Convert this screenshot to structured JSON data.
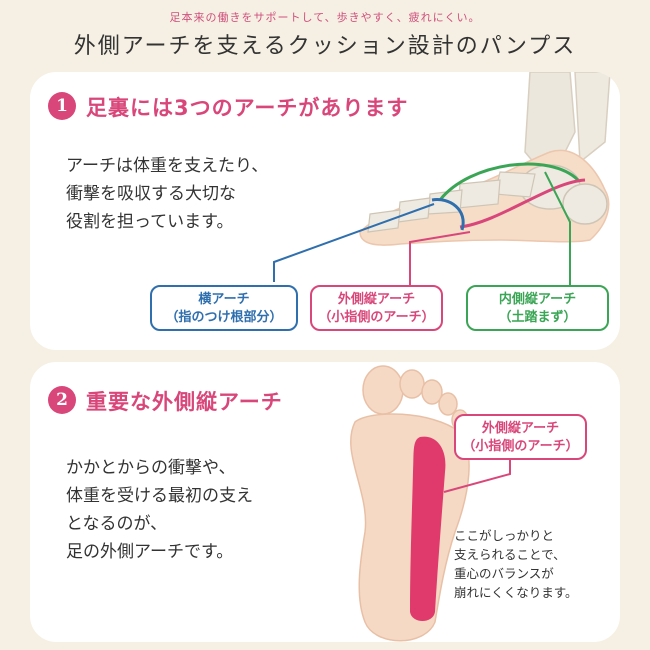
{
  "header": {
    "subtitle": "足本来の働きをサポートして、歩きやすく、疲れにくい。",
    "title": "外側アーチを支えるクッション設計のパンプス"
  },
  "section1": {
    "number": "1",
    "title": "足裏には3つのアーチがあります",
    "text": [
      "アーチは体重を支えたり、",
      "衝撃を吸収する大切な",
      "役割を担っています。"
    ],
    "labels": [
      {
        "line1": "横アーチ",
        "line2": "（指のつけ根部分）",
        "color": "#2f6fae"
      },
      {
        "line1": "外側縦アーチ",
        "line2": "（小指側のアーチ）",
        "color": "#d9477a"
      },
      {
        "line1": "内側縦アーチ",
        "line2": "（土踏まず）",
        "color": "#3aa655"
      }
    ]
  },
  "section2": {
    "number": "2",
    "title": "重要な外側縦アーチ",
    "text": [
      "かかとからの衝撃や、",
      "体重を受ける最初の支え",
      "となるのが、",
      "足の外側アーチです。"
    ],
    "label": {
      "line1": "外側縦アーチ",
      "line2": "（小指側のアーチ）",
      "color": "#d9477a"
    },
    "note": [
      "ここがしっかりと",
      "支えられることで、",
      "重心のバランスが",
      "崩れにくくなります。"
    ]
  },
  "colors": {
    "accent_pink": "#d9477a",
    "blue": "#2f6fae",
    "green": "#3aa655",
    "skin": "#f3d3bc",
    "bone": "#eeeae2"
  }
}
